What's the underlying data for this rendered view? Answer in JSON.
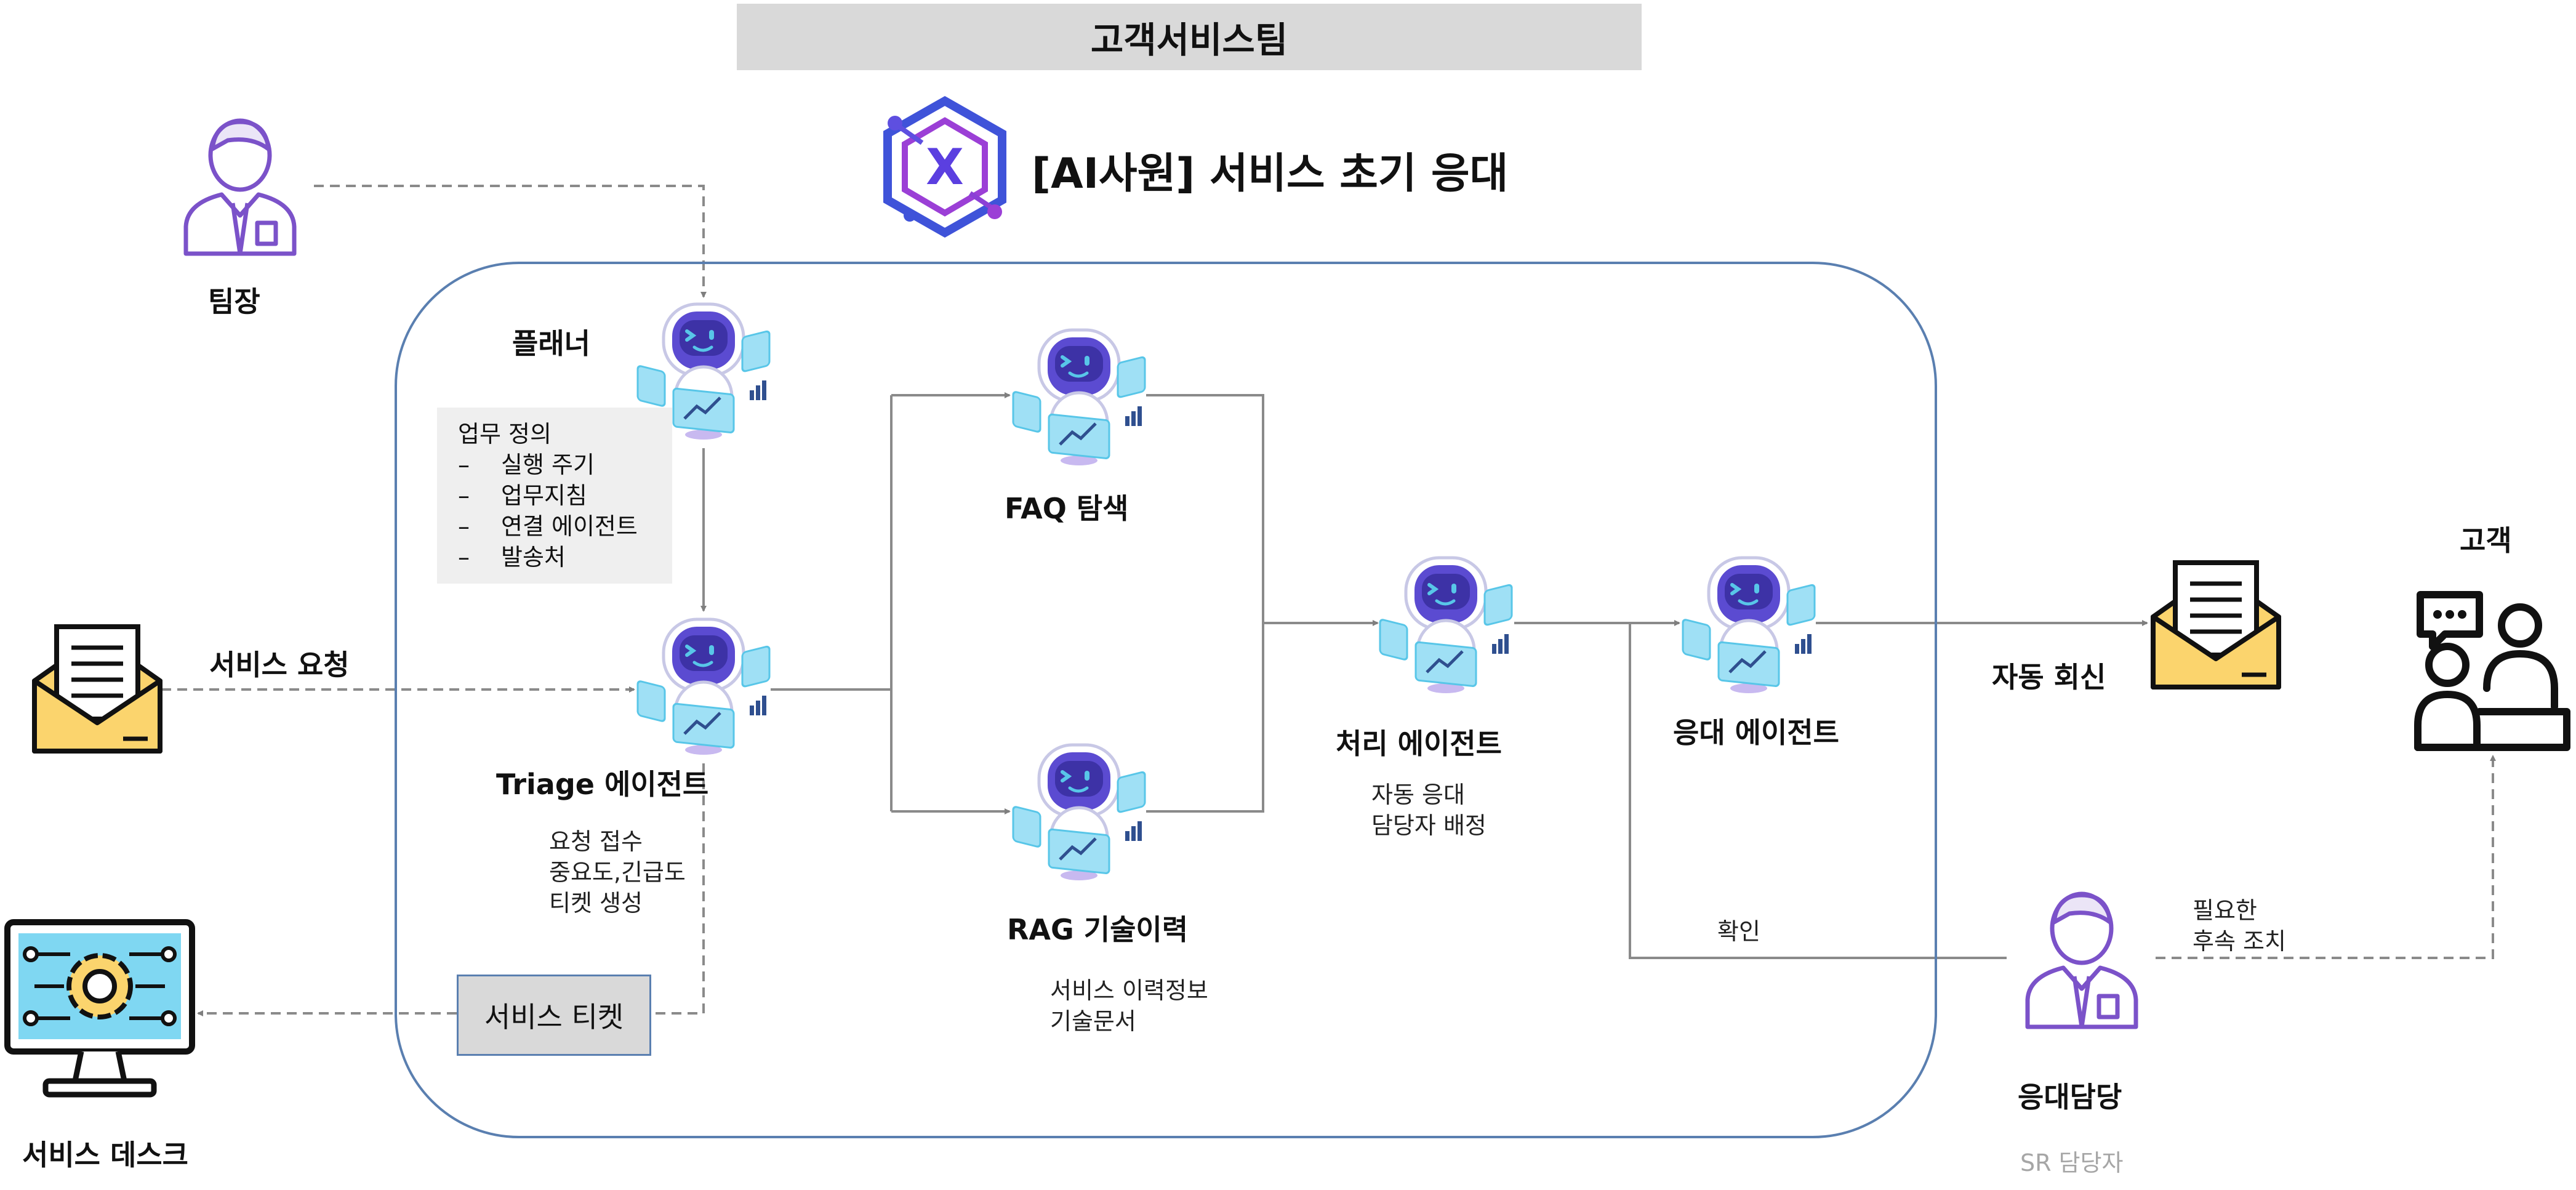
{
  "team_name": "고객서비스팀",
  "title": "[AI사원] 서비스 초기 응대",
  "actors": {
    "leader": "팀장",
    "request": "서비스 요청",
    "service_desk": "서비스 데스크",
    "customer": "고객",
    "agent_owner": "응대담당",
    "agent_owner_role": "SR 담당자"
  },
  "agents": {
    "planner": "플래너",
    "triage": "Triage  에이전트",
    "faq": "FAQ 탐색",
    "rag": "RAG  기술이력",
    "process": "처리  에이전트",
    "response": "응대  에이전트"
  },
  "notes": {
    "planner_title": "업무 정의",
    "planner_items": [
      "실행 주기",
      "업무지침",
      "연결 에이전트",
      "발송처"
    ],
    "planner_dash": "–",
    "triage_lines": [
      "요청 접수",
      "중요도,긴급도",
      "티켓 생성"
    ],
    "ticket": "서비스 티켓",
    "rag_lines": [
      "서비스 이력정보",
      "기술문서"
    ],
    "process_lines": [
      "자동 응대",
      "담당자 배정"
    ],
    "confirm": "확인",
    "auto_reply": "자동 회신",
    "followup_lines": [
      "필요한",
      "후속 조치"
    ]
  },
  "colors": {
    "robot_head": "#5b4bd1",
    "robot_face": "#2a2380",
    "robot_accent": "#58c6e8",
    "person_stroke": "#7b52c9",
    "envelope": "#fbd46d",
    "panel_border": "#5a7fb0",
    "connector": "#7f7f7f"
  }
}
